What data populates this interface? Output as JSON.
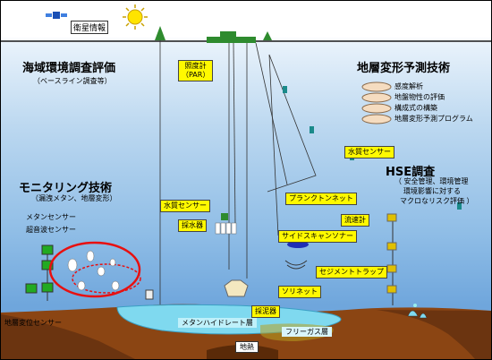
{
  "satellite_label": "衛星情報",
  "section_marine": {
    "title": "海域環境調査評価",
    "subtitle": "（ベースライン調査等）"
  },
  "section_monitoring": {
    "title": "モニタリング技術",
    "subtitle": "（漏洩メタン、地層変形）"
  },
  "section_deformation": {
    "title": "地層変形予測技術",
    "items": [
      "感度解析",
      "地盤物性の評価",
      "構成式の構築",
      "地層変形予測プログラム"
    ]
  },
  "section_hse": {
    "title": "HSE調査",
    "lines": [
      "（ 安全管理、環境管理",
      "環境影響に対する",
      "マクロなリスク評価 ）"
    ]
  },
  "labels": {
    "par": "照度計\n（PAR）",
    "water_quality_sensor_center": "水質センサー",
    "water_sampler": "採水器",
    "water_quality_sensor_right": "水質センサー",
    "plankton_net": "プランクトンネット",
    "current_meter": "流速計",
    "side_scan_sonar": "サイドスキャンソナー",
    "sediment_trap": "セジメントトラップ",
    "sled_net": "ソリネット",
    "mud_sampler": "採泥器",
    "methane_sensor": "メタンセンサー",
    "ultrasonic_sensor": "超音波センサー",
    "strata_sensor": "地層変位センサー",
    "methane_hydrate_layer": "メタンハイドレート層",
    "free_gas_layer": "フリーガス層",
    "geothermal": "地熱"
  },
  "colors": {
    "yellow_box": "#fff900",
    "seafloor": "#8b4513",
    "hydrate": "#7fd9ef",
    "sun": "#ffe400"
  }
}
